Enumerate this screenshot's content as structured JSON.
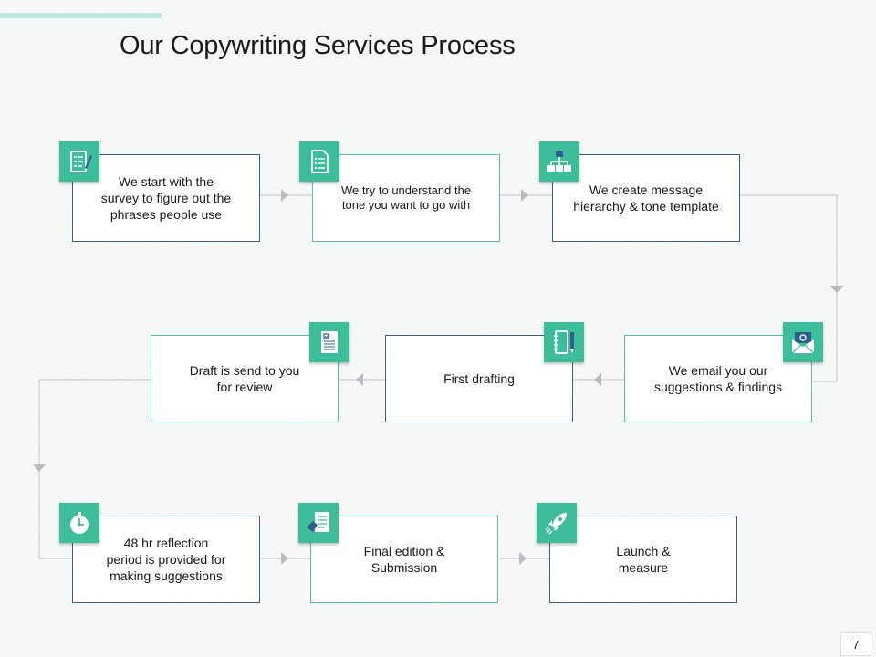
{
  "title": "Our Copywriting Services Process",
  "page_number": "7",
  "colors": {
    "icon_bg": "#3dbd9a",
    "card_border_navy": "#3a5c86",
    "card_border_teal": "#55bfa8",
    "connector": "#c8ccd0",
    "arrow": "#b8bcc0"
  },
  "steps": [
    {
      "text": "We start with the\nsurvey to figure out the\nphrases people use",
      "icon": "checklist-icon"
    },
    {
      "text": "We try to understand the\ntone you want to go with",
      "icon": "document-list-icon"
    },
    {
      "text": "We create message\nhierarchy & tone template",
      "icon": "hierarchy-icon"
    },
    {
      "text": "We email you our\nsuggestions & findings",
      "icon": "email-icon"
    },
    {
      "text": "First drafting",
      "icon": "notebook-pencil-icon"
    },
    {
      "text": "Draft is send to you\nfor review",
      "icon": "review-document-icon"
    },
    {
      "text": "48 hr reflection\nperiod is provided for\nmaking suggestions",
      "icon": "stopwatch-icon"
    },
    {
      "text": "Final edition &\nSubmission",
      "icon": "submission-icon"
    },
    {
      "text": "Launch &\nmeasure",
      "icon": "rocket-icon"
    }
  ]
}
